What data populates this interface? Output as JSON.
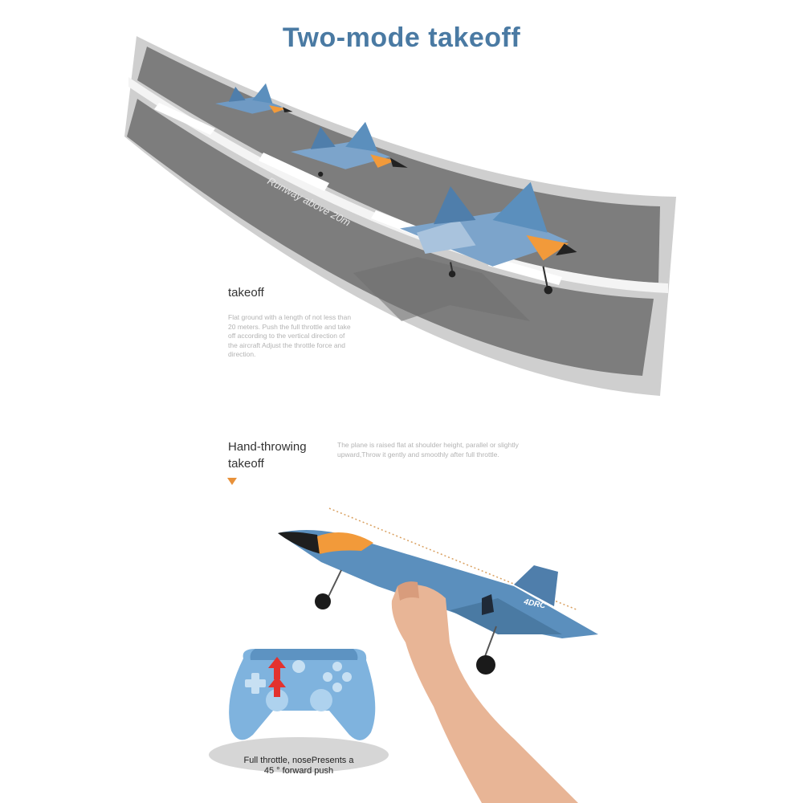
{
  "title": "Two-mode takeoff",
  "runway_label": "Runway above 20m",
  "takeoff": {
    "heading": "takeoff",
    "description": "Flat ground with a length of not less than 20 meters. Push the full throttle and take off according to the vertical direction of the aircraft Adjust the throttle force and direction."
  },
  "hand_throwing": {
    "heading": "Hand-throwing takeoff",
    "description": "The plane is raised flat at shoulder height, parallel or slightly upward,Throw it gently and smoothly after full throttle."
  },
  "plane_logo": "4DRC",
  "caption": {
    "line1": "Full throttle, nosePresents a",
    "line2": "45 ° forward push"
  },
  "colors": {
    "title": "#4a7aa3",
    "runway": "#7d7d7d",
    "runway_edge": "#cfcfcf",
    "plane_blue": "#5b8fbd",
    "nose_orange": "#f29a3a",
    "arrow": "#e8913a",
    "push_arrow": "#e3322e"
  }
}
